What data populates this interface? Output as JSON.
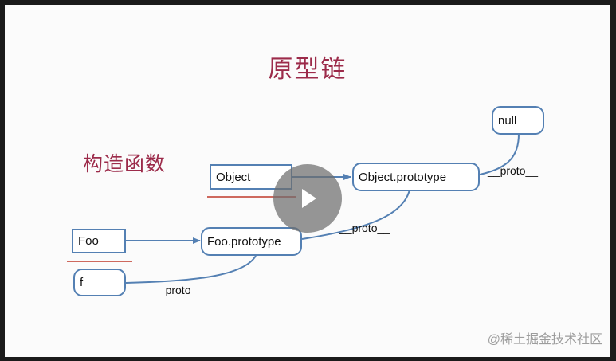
{
  "title": "原型链",
  "subtitle": "构造函数",
  "boxes": {
    "null": "null",
    "object": "Object",
    "object_prototype": "Object.prototype",
    "foo": "Foo",
    "foo_prototype": "Foo.prototype",
    "f": "f"
  },
  "proto_labels": {
    "object_prototype_to_null": "__proto__",
    "foo_prototype_to_object_prototype": "__proto__",
    "f_to_foo_prototype": "__proto__"
  },
  "watermark": "@稀土掘金技术社区",
  "colors": {
    "title": "#9c2b4a",
    "box_border": "#5480b3",
    "underline": "#c0392b"
  },
  "icons": {
    "play": "play-icon"
  }
}
